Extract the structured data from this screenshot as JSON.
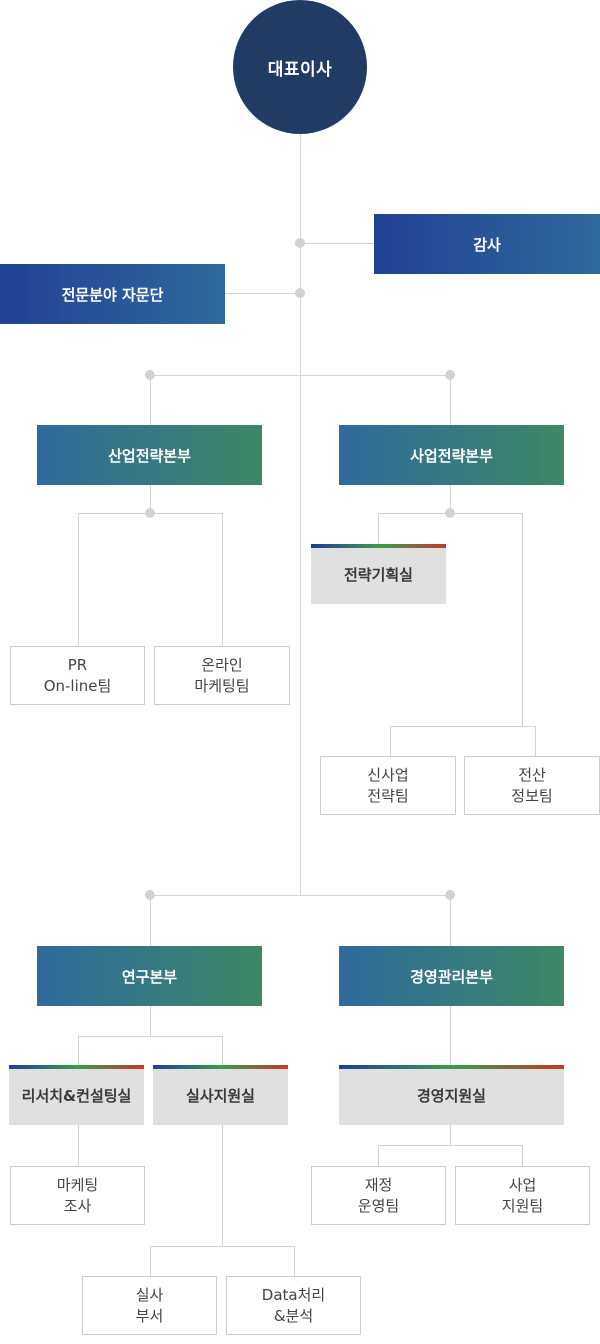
{
  "ceo": {
    "label": "대표이사"
  },
  "audit": {
    "label": "감사"
  },
  "advisory": {
    "label": "전문분야 자문단"
  },
  "industry_strategy": {
    "label": "산업전략본부"
  },
  "business_strategy": {
    "label": "사업전략본부"
  },
  "strategy_planning": {
    "label": "전략기획실"
  },
  "pr_team": {
    "line1": "PR",
    "line2": "On-line팀"
  },
  "online_marketing": {
    "line1": "온라인",
    "line2": "마케팅팀"
  },
  "new_business": {
    "line1": "신사업",
    "line2": "전략팀"
  },
  "it_info": {
    "line1": "전산",
    "line2": "정보팀"
  },
  "research": {
    "label": "연구본부"
  },
  "management": {
    "label": "경영관리본부"
  },
  "research_consulting": {
    "label": "리서치&컨설팅실"
  },
  "survey_support": {
    "label": "실사지원실"
  },
  "management_support": {
    "label": "경영지원실"
  },
  "marketing_research": {
    "line1": "마케팅",
    "line2": "조사"
  },
  "finance_ops": {
    "line1": "재정",
    "line2": "운영팀"
  },
  "business_support": {
    "line1": "사업",
    "line2": "지원팀"
  },
  "survey_dept": {
    "line1": "실사",
    "line2": "부서"
  },
  "data_analysis": {
    "line1": "Data처리",
    "line2": "&분석"
  },
  "colors": {
    "ceo_fill": "#213c64",
    "blue_start": "#214192",
    "blue_end": "#2f6a9d",
    "green_end": "#3d8865",
    "gray_fill": "#e0e0e0",
    "connector": "#d3d3d3"
  }
}
